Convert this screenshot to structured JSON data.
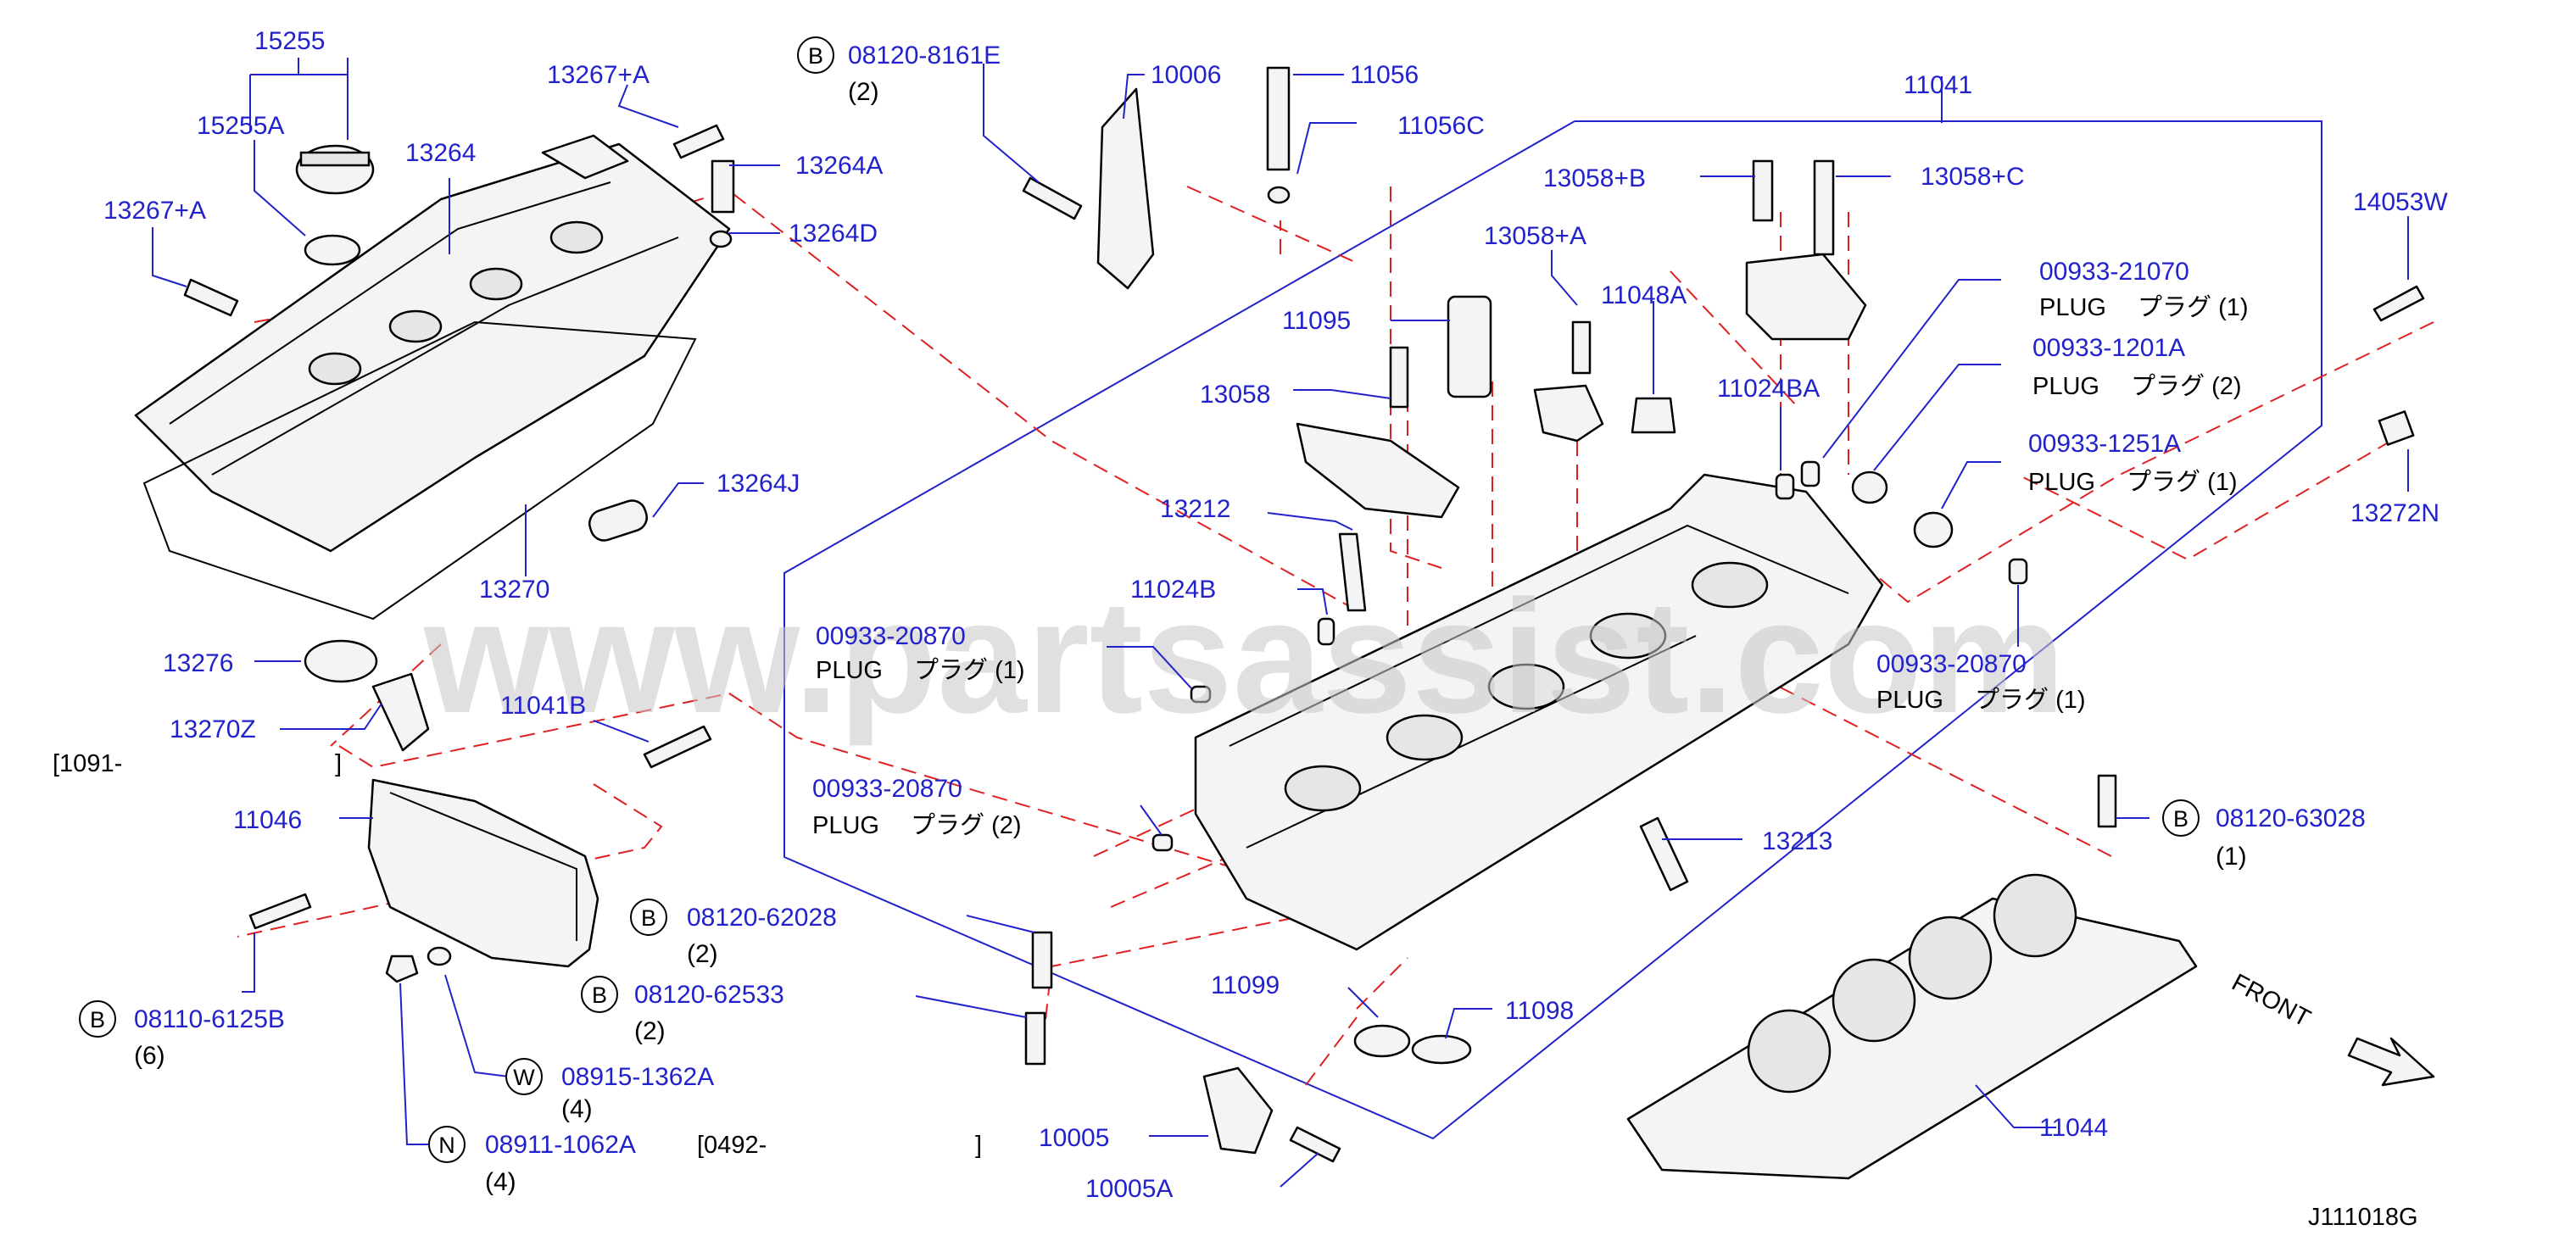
{
  "watermark": "www.partsassist.com",
  "diagram_code": "J111018G",
  "front_label": "FRONT",
  "labels": {
    "p15255": "15255",
    "p15255A": "15255A",
    "p13267A_top": "13267+A",
    "p13267A_left": "13267+A",
    "p13264": "13264",
    "p13264A": "13264A",
    "p13264D": "13264D",
    "p13264J": "13264J",
    "p13270": "13270",
    "p13276": "13276",
    "p13270Z": "13270Z",
    "date_1091": "[1091-",
    "date_1091_close": "]",
    "p11041B": "11041B",
    "p11046": "11046",
    "p08110_6125B": "08110-6125B",
    "q08110_6125B": "(6)",
    "p08120_62028": "08120-62028",
    "q08120_62028": "(2)",
    "p08120_62533": "08120-62533",
    "q08120_62533": "(2)",
    "p08915_1362A": "08915-1362A",
    "q08915_1362A": "(4)",
    "p08911_1062A": "08911-1062A",
    "date_0492": "[0492-",
    "date_0492_close": "]",
    "q08911_1062A": "(4)",
    "p08120_8161E": "08120-8161E",
    "q08120_8161E": "(2)",
    "p10006": "10006",
    "p11056": "11056",
    "p11056C": "11056C",
    "p11041": "11041",
    "p13058B": "13058+B",
    "p13058C": "13058+C",
    "p14053W": "14053W",
    "p13058A": "13058+A",
    "p11048A": "11048A",
    "p11095": "11095",
    "p13058": "13058",
    "p11024BA": "11024BA",
    "p00933_21070": "00933-21070",
    "plug_21070": "PLUG　 プラグ (1)",
    "p00933_1201A": "00933-1201A",
    "plug_1201A": "PLUG　 プラグ (2)",
    "p00933_1251A": "00933-1251A",
    "plug_1251A": "PLUG　 プラグ (1)",
    "p13272N": "13272N",
    "p13212": "13212",
    "p11024B": "11024B",
    "p00933_20870_a": "00933-20870",
    "plug_20870_a": "PLUG　 プラグ (1)",
    "p00933_20870_b": "00933-20870",
    "plug_20870_b": "PLUG　 プラグ (2)",
    "p00933_20870_c": "00933-20870",
    "plug_20870_c": "PLUG　 プラグ (1)",
    "p08120_63028": "08120-63028",
    "q08120_63028": "(1)",
    "p13213": "13213",
    "p11099": "11099",
    "p11098": "11098",
    "p10005": "10005",
    "p10005A": "10005A",
    "p11044": "11044"
  },
  "fastener_codes": {
    "b": "B",
    "w": "W",
    "n": "N"
  },
  "colors": {
    "part_number": "#2222cc",
    "leader_line": "#2222cc",
    "dashed_line": "#e02020",
    "outline": "#000000"
  }
}
